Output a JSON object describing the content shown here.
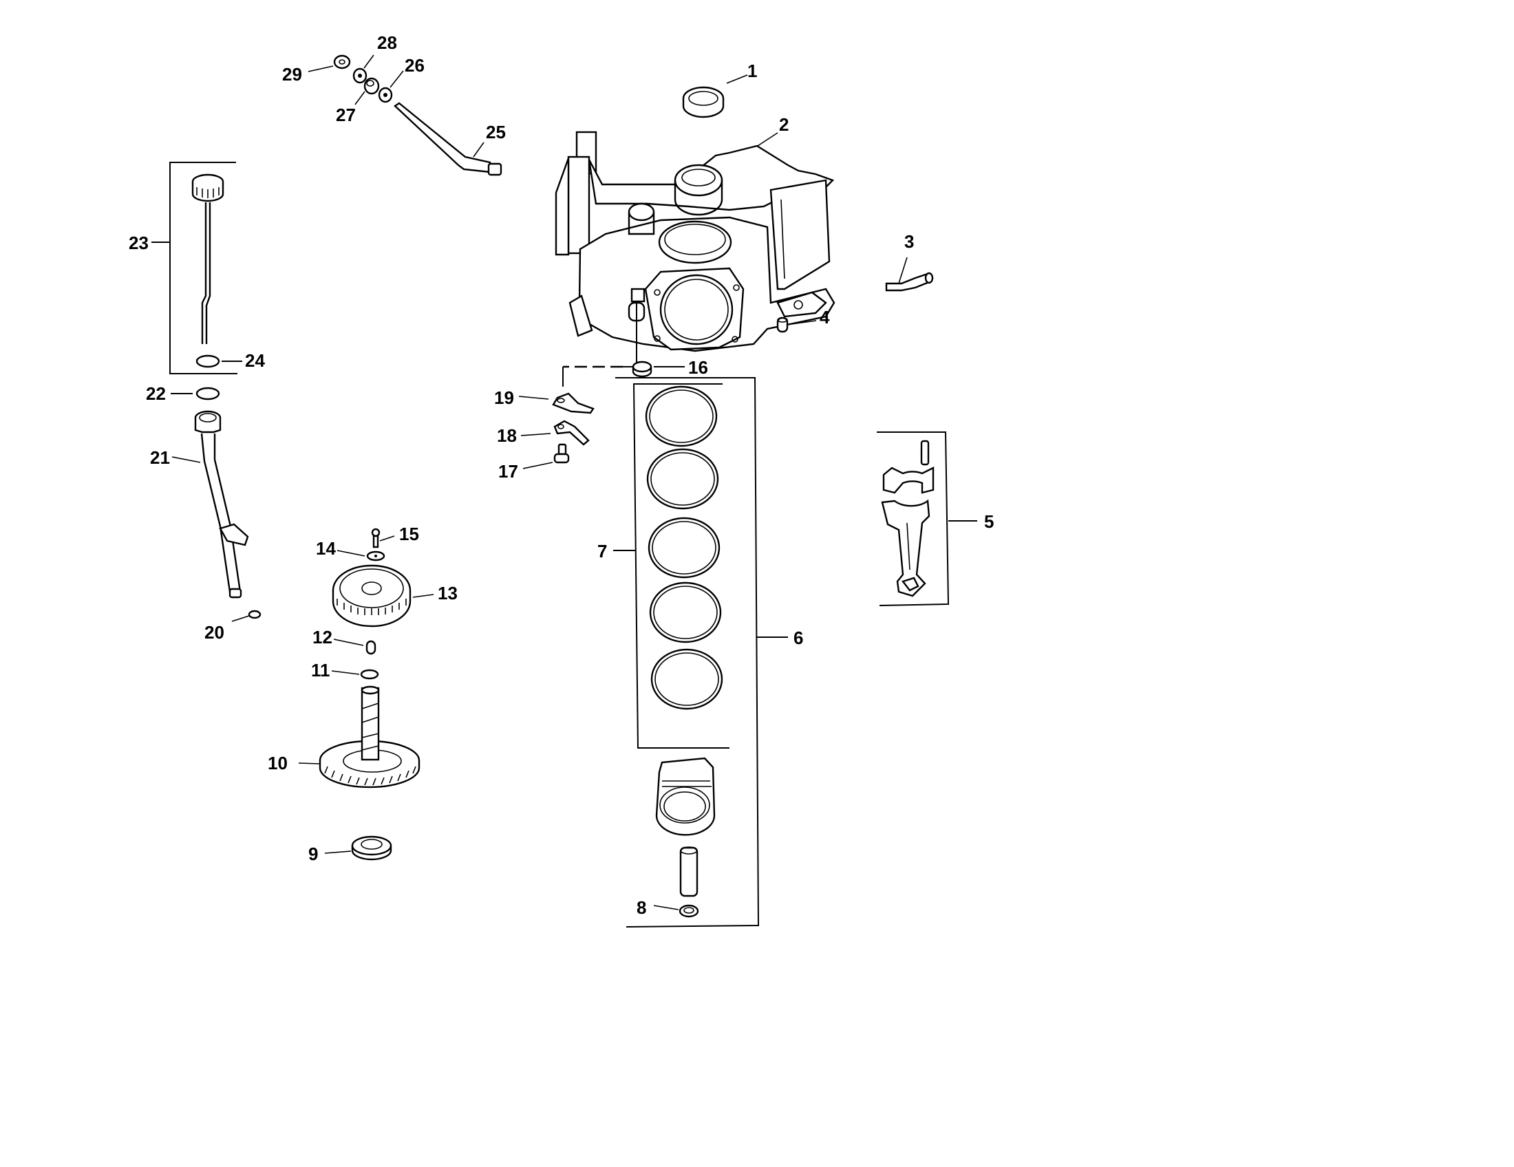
{
  "diagram": {
    "type": "exploded-parts-diagram",
    "subject": "engine crankcase / piston / camshaft assembly",
    "callouts": [
      {
        "id": "1",
        "label": "1",
        "part": "oil-seal-ring"
      },
      {
        "id": "2",
        "label": "2",
        "part": "crankcase"
      },
      {
        "id": "3",
        "label": "3",
        "part": "breather-tube"
      },
      {
        "id": "4",
        "label": "4",
        "part": "dowel-pin"
      },
      {
        "id": "5",
        "label": "5",
        "part": "connecting-rod-assembly"
      },
      {
        "id": "6",
        "label": "6",
        "part": "piston-assembly"
      },
      {
        "id": "7",
        "label": "7",
        "part": "piston-ring-set"
      },
      {
        "id": "8",
        "label": "8",
        "part": "piston-pin-retainer"
      },
      {
        "id": "9",
        "label": "9",
        "part": "camshaft-shim"
      },
      {
        "id": "10",
        "label": "10",
        "part": "camshaft"
      },
      {
        "id": "11",
        "label": "11",
        "part": "o-ring"
      },
      {
        "id": "12",
        "label": "12",
        "part": "key"
      },
      {
        "id": "13",
        "label": "13",
        "part": "governor-gear"
      },
      {
        "id": "14",
        "label": "14",
        "part": "washer"
      },
      {
        "id": "15",
        "label": "15",
        "part": "screw"
      },
      {
        "id": "16",
        "label": "16",
        "part": "plug"
      },
      {
        "id": "17",
        "label": "17",
        "part": "fitting"
      },
      {
        "id": "18",
        "label": "18",
        "part": "terminal-bracket"
      },
      {
        "id": "19",
        "label": "19",
        "part": "terminal"
      },
      {
        "id": "20",
        "label": "20",
        "part": "o-ring-small"
      },
      {
        "id": "21",
        "label": "21",
        "part": "dipstick-tube"
      },
      {
        "id": "22",
        "label": "22",
        "part": "o-ring-tube"
      },
      {
        "id": "23",
        "label": "23",
        "part": "dipstick-assembly"
      },
      {
        "id": "24",
        "label": "24",
        "part": "dipstick-o-ring"
      },
      {
        "id": "25",
        "label": "25",
        "part": "governor-shaft"
      },
      {
        "id": "26",
        "label": "26",
        "part": "washer-a"
      },
      {
        "id": "27",
        "label": "27",
        "part": "bushing"
      },
      {
        "id": "28",
        "label": "28",
        "part": "washer-b"
      },
      {
        "id": "29",
        "label": "29",
        "part": "push-nut"
      }
    ]
  }
}
